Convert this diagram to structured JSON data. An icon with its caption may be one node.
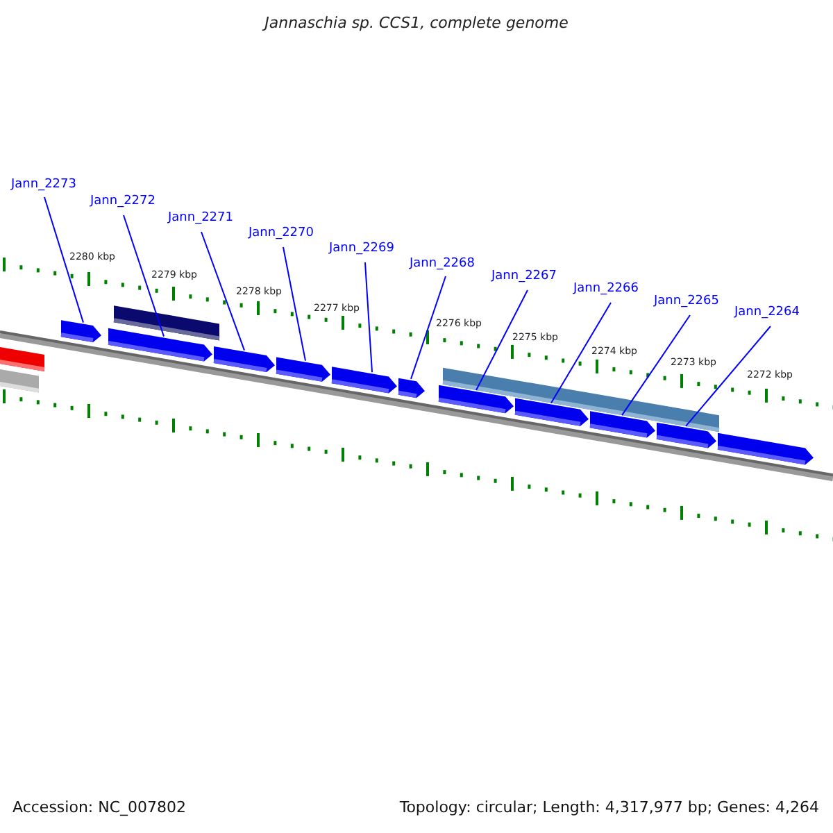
{
  "diagram": {
    "title": "Jannaschia sp. CCS1, complete genome",
    "nodes": [
      {
        "text": [
          "Jann_2273"
        ]
      },
      {
        "text": [
          "Jann_2272"
        ]
      },
      {
        "text": [
          "Jann_2271"
        ]
      },
      {
        "text": [
          "Jann_2270"
        ]
      },
      {
        "text": [
          "Jann_2269"
        ]
      },
      {
        "text": [
          "Jann_2268"
        ]
      },
      {
        "text": [
          "Jann_2267"
        ]
      },
      {
        "text": [
          "Jann_2266"
        ]
      },
      {
        "text": [
          "Jann_2265"
        ]
      },
      {
        "text": [
          "Jann_2264"
        ]
      },
      {
        "text": [],
        "shape": "arrow"
      },
      {
        "text": [],
        "shape": "arrow"
      },
      {
        "text": [],
        "shape": "arrow"
      },
      {
        "text": [],
        "shape": "arrow"
      },
      {
        "text": [],
        "shape": "arrow"
      },
      {
        "text": [],
        "shape": "arrow"
      },
      {
        "text": [],
        "shape": "arrow"
      },
      {
        "text": [],
        "shape": "arrow"
      },
      {
        "text": [],
        "shape": "arrow"
      },
      {
        "text": [],
        "shape": "arrow"
      },
      {
        "text": [],
        "shape": "arrow"
      },
      {
        "text": [],
        "shape": "bar"
      },
      {
        "text": [],
        "shape": "bar"
      },
      {
        "text": [],
        "shape": "bar"
      },
      {
        "text": [],
        "shape": "bar"
      }
    ],
    "edges": [
      {
        "from": 0,
        "to": 10,
        "arrow": "none"
      },
      {
        "from": 1,
        "to": 11,
        "arrow": "none"
      },
      {
        "from": 2,
        "to": 12,
        "arrow": "none"
      },
      {
        "from": 3,
        "to": 13,
        "arrow": "none"
      },
      {
        "from": 4,
        "to": 14,
        "arrow": "none"
      },
      {
        "from": 5,
        "to": 15,
        "arrow": "none"
      },
      {
        "from": 6,
        "to": 16,
        "arrow": "none"
      },
      {
        "from": 7,
        "to": 17,
        "arrow": "none"
      },
      {
        "from": 8,
        "to": 18,
        "arrow": "none"
      },
      {
        "from": 9,
        "to": 19,
        "arrow": "none"
      }
    ],
    "labels": [
      "2280 kbp",
      "2279 kbp",
      "2278 kbp",
      "2277 kbp",
      "2276 kbp",
      "2275 kbp",
      "2274 kbp",
      "2273 kbp",
      "2272 kbp",
      "Accession: NC_007802",
      "Topology: circular; Length: 4,317,977 bp; Genes: 4,264"
    ]
  }
}
